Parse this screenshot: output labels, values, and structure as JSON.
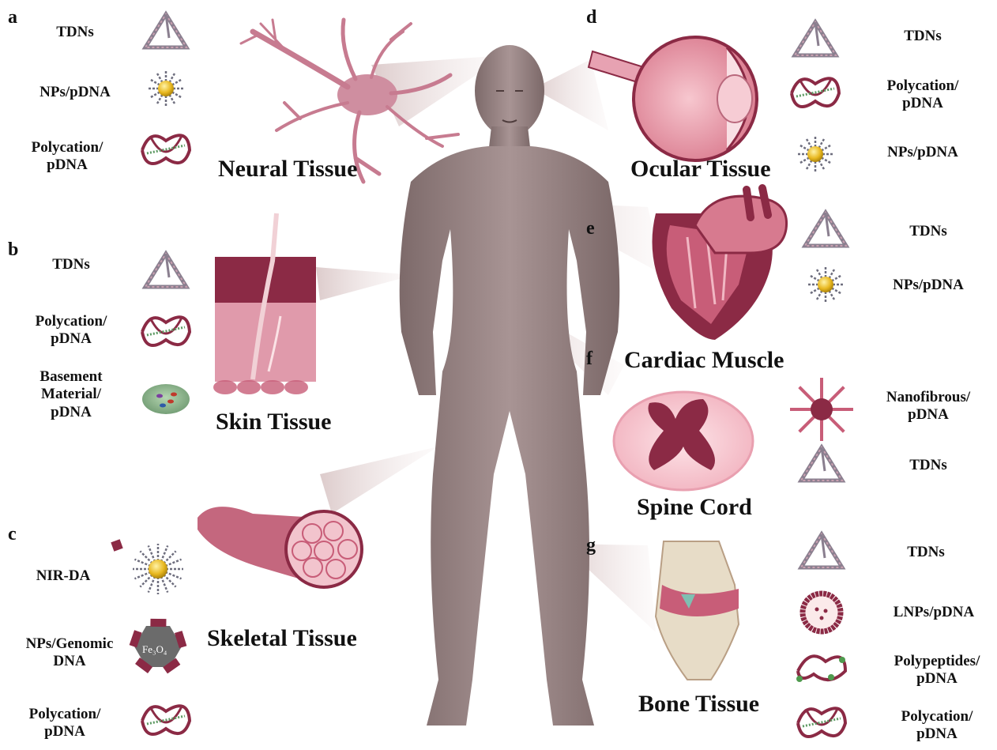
{
  "colors": {
    "body": "#9a8585",
    "tissue_dark": "#8b2a45",
    "tissue_mid": "#c85d78",
    "tissue_light": "#f1b7c3",
    "np_core": "#e8b820",
    "dna": "#6e6e7e"
  },
  "panels": [
    {
      "letter": "a",
      "tissue": "Neural Tissue",
      "items": [
        {
          "label": "TDNs",
          "icon": "tdn-icon"
        },
        {
          "label": "NPs/pDNA",
          "icon": "np-pdna-icon"
        },
        {
          "label": "Polycation/\npDNA",
          "icon": "polycation-pdna-icon"
        }
      ]
    },
    {
      "letter": "b",
      "tissue": "Skin Tissue",
      "items": [
        {
          "label": "TDNs",
          "icon": "tdn-icon"
        },
        {
          "label": "Polycation/\npDNA",
          "icon": "polycation-pdna-icon"
        },
        {
          "label": "Basement\nMaterial/\npDNA",
          "icon": "basement-material-icon"
        }
      ]
    },
    {
      "letter": "c",
      "tissue": "Skeletal Tissue",
      "items": [
        {
          "label": "NIR-DA",
          "icon": "nir-da-icon"
        },
        {
          "label": "NPs/Genomic\nDNA",
          "icon": "fe3o4-np-icon",
          "icon_text": "Fe₃O₄"
        },
        {
          "label": "Polycation/\npDNA",
          "icon": "polycation-pdna-icon"
        }
      ]
    },
    {
      "letter": "d",
      "tissue": "Ocular Tissue",
      "items": [
        {
          "label": "TDNs",
          "icon": "tdn-icon"
        },
        {
          "label": "Polycation/\npDNA",
          "icon": "polycation-pdna-icon"
        },
        {
          "label": "NPs/pDNA",
          "icon": "np-pdna-icon"
        }
      ]
    },
    {
      "letter": "e",
      "tissue": "Cardiac Muscle",
      "items": [
        {
          "label": "TDNs",
          "icon": "tdn-icon"
        },
        {
          "label": "NPs/pDNA",
          "icon": "np-pdna-icon"
        }
      ]
    },
    {
      "letter": "f",
      "tissue": "Spine Cord",
      "items": [
        {
          "label": "Nanofibrous/\npDNA",
          "icon": "nanofibrous-icon"
        },
        {
          "label": "TDNs",
          "icon": "tdn-icon"
        }
      ]
    },
    {
      "letter": "g",
      "tissue": "Bone Tissue",
      "items": [
        {
          "label": "TDNs",
          "icon": "tdn-icon"
        },
        {
          "label": "LNPs/pDNA",
          "icon": "lnp-icon"
        },
        {
          "label": "Polypeptides/\npDNA",
          "icon": "polypeptide-icon"
        },
        {
          "label": "Polycation/\npDNA",
          "icon": "polycation-pdna-icon"
        }
      ]
    }
  ]
}
